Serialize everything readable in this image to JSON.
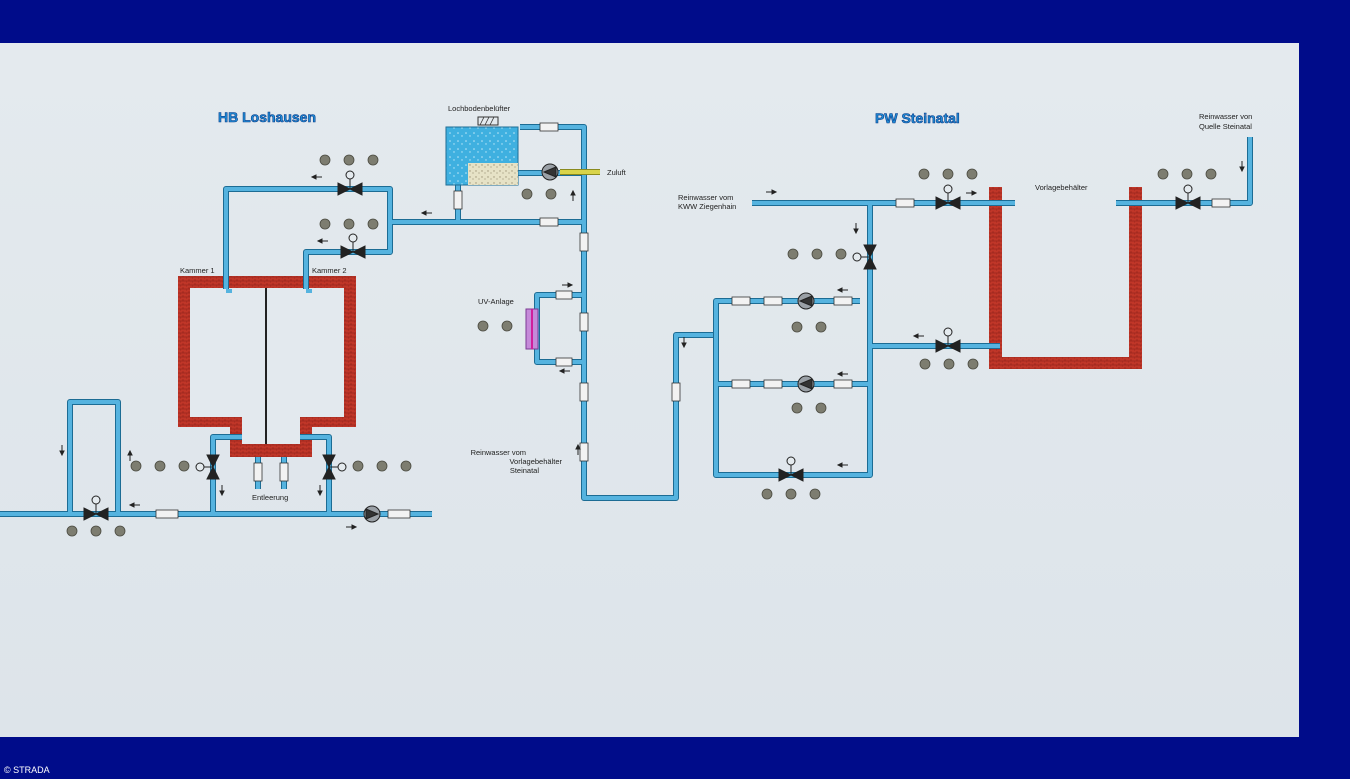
{
  "copyright": "© STRADA",
  "titles": {
    "left": "HB Loshausen",
    "right": "PW Steinatal"
  },
  "labels": {
    "lochboden": "Lochbodenbelüfter",
    "zuluft": "Zuluft",
    "kammer1": "Kammer 1",
    "kammer2": "Kammer 2",
    "entleerung": "Entleerung",
    "uv": "UV-Anlage",
    "reinwasser_vorlage": [
      "Reinwasser vom",
      "Vorlagebehälter",
      "Steinatal"
    ],
    "reinwasser_kww": [
      "Reinwasser vom",
      "KWW Ziegenhain"
    ],
    "vorlagebehaelter": "Vorlagebehälter",
    "reinwasser_quelle": [
      "Reinwasser von",
      "Quelle Steinatal"
    ]
  },
  "colors": {
    "background": "#000c8a",
    "panel": "#e1e7ec",
    "pipe": "#55b3df",
    "pipe_edge": "#1c6c94",
    "tank_wall": "#c03628",
    "indicator": "#7d7d70",
    "title": "#1f8fd6"
  }
}
